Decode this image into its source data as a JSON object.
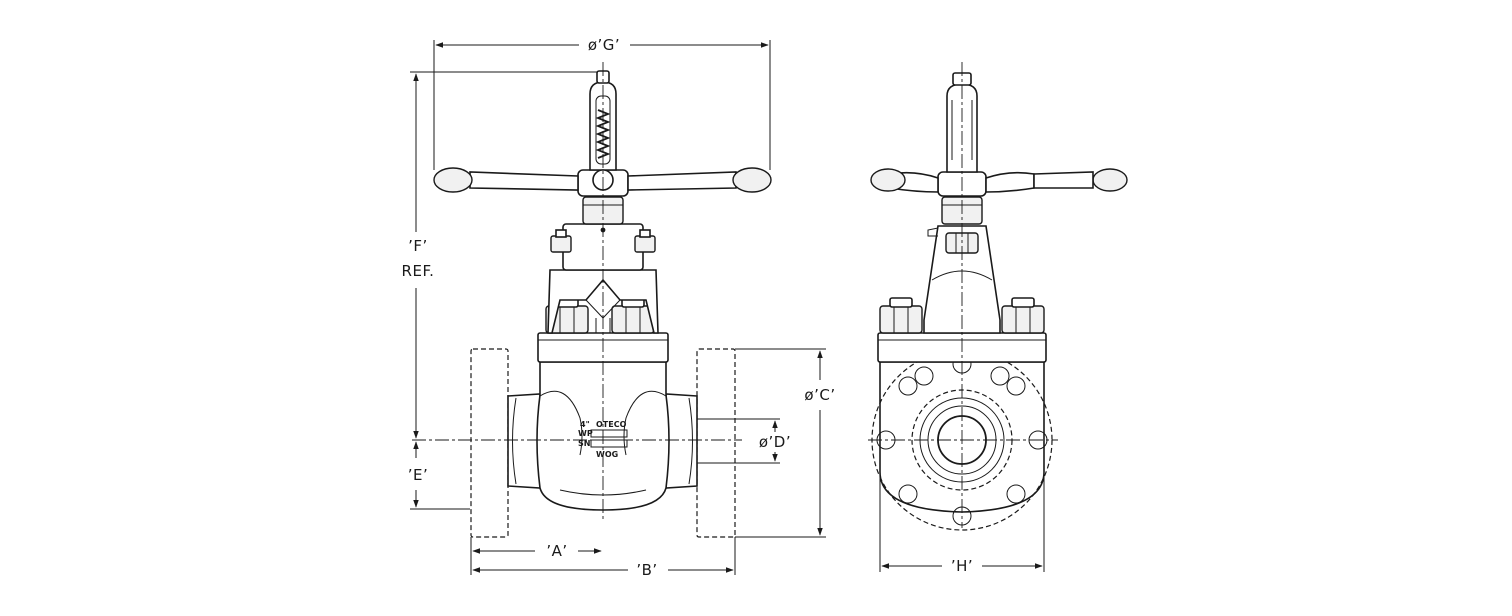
{
  "dimensions": {
    "G": "ø’G’",
    "F": "’F’",
    "F_ref": "REF.",
    "C": "ø’C’",
    "D": "ø’D’",
    "E": "’E’",
    "A": "’A’",
    "B": "’B’",
    "H": "’H’"
  },
  "nameplate": {
    "size": "4\"",
    "brand": "OTECO",
    "wp": "WP",
    "sn": "SN",
    "wog": "WOG"
  }
}
